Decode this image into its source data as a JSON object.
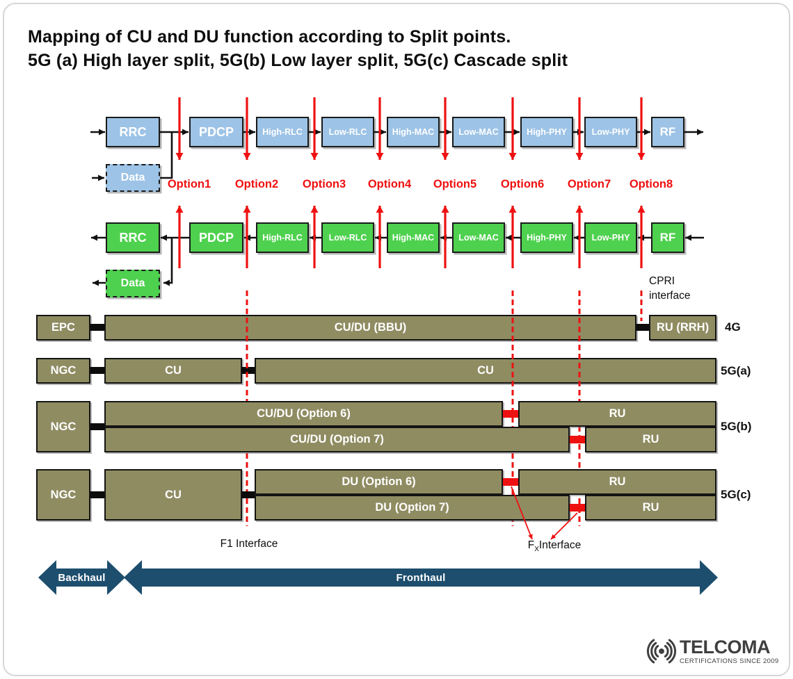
{
  "title": {
    "line1": "Mapping of CU and DU function according to Split points.",
    "line2": "5G (a) High layer split, 5G(b) Low layer split, 5G(c) Cascade split"
  },
  "colors": {
    "box_blue": "#9dc3e6",
    "box_green": "#4ed14e",
    "bar_olive": "#8f8c62",
    "red": "#ee1111",
    "navy": "#1d4e6e",
    "ink": "#111111"
  },
  "chain": {
    "boxes": [
      "RRC",
      "PDCP",
      "High-RLC",
      "Low-RLC",
      "High-MAC",
      "Low-MAC",
      "High-PHY",
      "Low-PHY",
      "RF"
    ],
    "data_label": "Data",
    "options": [
      "Option1",
      "Option2",
      "Option3",
      "Option4",
      "Option5",
      "Option6",
      "Option7",
      "Option8"
    ]
  },
  "interfaces": {
    "cpri_line1": "CPRI",
    "cpri_line2": "interface",
    "f1": "F1 Interface",
    "fx_pre": "F",
    "fx_sub": "X",
    "fx_post": "Interface"
  },
  "tiers": [
    {
      "label": "4G",
      "left_box": "EPC",
      "rows": [
        [
          "CU/DU (BBU)",
          "RU (RRH)"
        ]
      ]
    },
    {
      "label": "5G(a)",
      "left_box": "NGC",
      "rows": [
        [
          "CU",
          "CU"
        ]
      ]
    },
    {
      "label": "5G(b)",
      "left_box": "NGC",
      "rows": [
        [
          "CU/DU (Option 6)",
          "RU"
        ],
        [
          "CU/DU (Option 7)",
          "RU"
        ]
      ]
    },
    {
      "label": "5G(c)",
      "left_box": "NGC",
      "cu_box": "CU",
      "rows": [
        [
          "DU (Option 6)",
          "RU"
        ],
        [
          "DU (Option 7)",
          "RU"
        ]
      ]
    }
  ],
  "transport": {
    "backhaul": "Backhaul",
    "fronthaul": "Fronthaul"
  },
  "logo": {
    "brand": "TELCOMA",
    "tagline": "CERTIFICATIONS SINCE 2009"
  }
}
